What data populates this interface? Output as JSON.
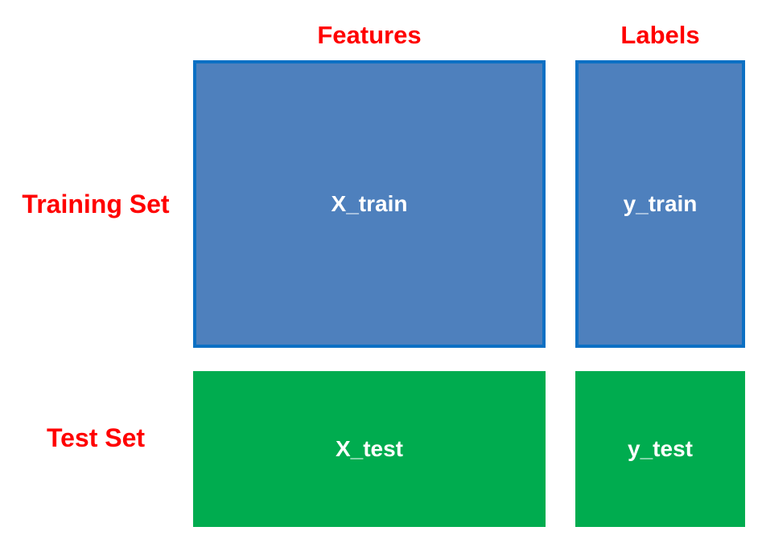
{
  "diagram": {
    "title_implicit": "Train/test split of features and labels",
    "column_headers": {
      "features": {
        "label": "Features"
      },
      "labels": {
        "label": "Labels"
      }
    },
    "row_headers": {
      "training": {
        "label": "Training Set"
      },
      "test": {
        "label": "Test Set"
      }
    },
    "blocks": {
      "x_train": {
        "label": "X_train",
        "row": "Training Set",
        "column": "Features"
      },
      "y_train": {
        "label": "y_train",
        "row": "Training Set",
        "column": "Labels"
      },
      "x_test": {
        "label": "X_test",
        "row": "Test Set",
        "column": "Features"
      },
      "y_test": {
        "label": "y_test",
        "row": "Test Set",
        "column": "Labels"
      }
    },
    "colors": {
      "heading_red": "#FF0000",
      "train_fill": "#4E80BD",
      "train_border": "#0C70C4",
      "test_fill": "#00AC4F",
      "block_text": "#FFFFFF",
      "background": "#FFFFFF"
    }
  }
}
